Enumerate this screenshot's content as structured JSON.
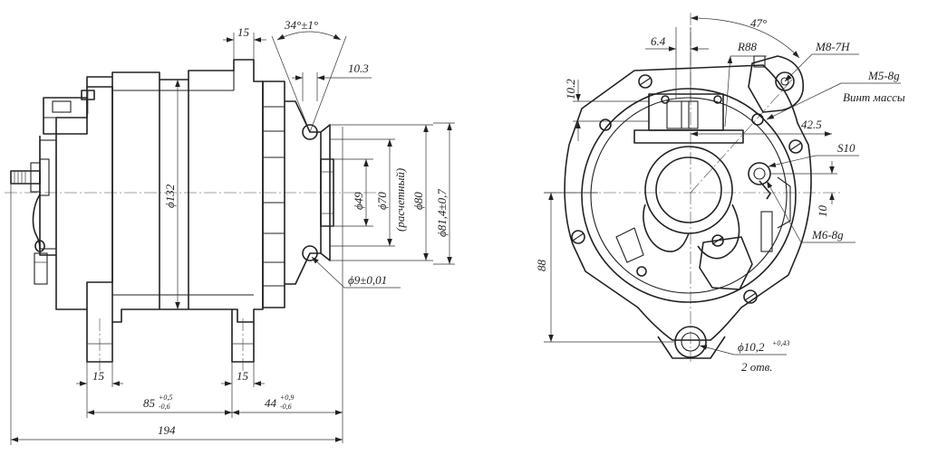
{
  "side_view": {
    "dims": {
      "top_flange": "15",
      "angle": "34°±1°",
      "groove": "10.3",
      "body_dia": "ϕ132",
      "bore_dia": "ϕ49",
      "calc_dia": "ϕ70",
      "calc_note": "(расчетный)",
      "pulley_dia": "ϕ80",
      "outer_dia": "ϕ81,4±0,7",
      "ball_dia": "ϕ9±0,01",
      "foot_left": "15",
      "foot_right": "15",
      "len_85": "85",
      "len_85_tol_up": "+0,5",
      "len_85_tol_dn": "-0,6",
      "len_44": "44",
      "len_44_tol_up": "+0,9",
      "len_44_tol_dn": "-0,6",
      "total_len": "194"
    }
  },
  "end_view": {
    "dims": {
      "top_offset": "6.4",
      "angle": "47°",
      "radius": "R88",
      "thread_main": "M8-7H",
      "ground_thread": "M5-8g",
      "ground_label": "Винт массы",
      "vert_offset": "10.2",
      "horiz_offset": "42.5",
      "wrench": "S10",
      "small_offset": "10",
      "small_thread": "M6-8g",
      "height": "88",
      "hole_dia": "ϕ10,2",
      "hole_tol": "+0,43",
      "hole_count": "2 отв."
    }
  }
}
